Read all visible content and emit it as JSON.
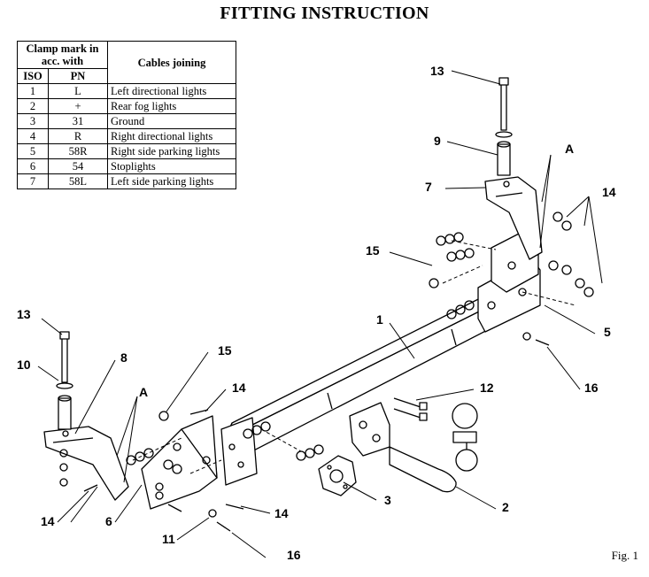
{
  "title": "FITTING INSTRUCTION",
  "table": {
    "header_clamp": "Clamp mark in acc. with",
    "header_iso": "ISO",
    "header_pn": "PN",
    "header_cables": "Cables joining",
    "rows": [
      {
        "iso": "1",
        "pn": "L",
        "desc": "Left directional lights"
      },
      {
        "iso": "2",
        "pn": "+",
        "desc": "Rear fog lights"
      },
      {
        "iso": "3",
        "pn": "31",
        "desc": "Ground"
      },
      {
        "iso": "4",
        "pn": "R",
        "desc": "Right directional lights"
      },
      {
        "iso": "5",
        "pn": "58R",
        "desc": "Right side parking lights"
      },
      {
        "iso": "6",
        "pn": "54",
        "desc": "Stoplights"
      },
      {
        "iso": "7",
        "pn": "58L",
        "desc": "Left side parking lights"
      }
    ]
  },
  "callouts": {
    "c13_top": "13",
    "c9": "9",
    "cA_right": "A",
    "c7": "7",
    "c14_right": "14",
    "c15_right": "15",
    "c1": "1",
    "c5": "5",
    "c16_right": "16",
    "c12": "12",
    "c13_left": "13",
    "c10": "10",
    "c8": "8",
    "cA_left": "A",
    "c15_left": "15",
    "c14_mid": "14",
    "c3": "3",
    "c2": "2",
    "c14_left": "14",
    "c6": "6",
    "c14_bottom": "14",
    "c11": "11",
    "c16_bottom": "16"
  },
  "figure_label": "Fig. 1"
}
